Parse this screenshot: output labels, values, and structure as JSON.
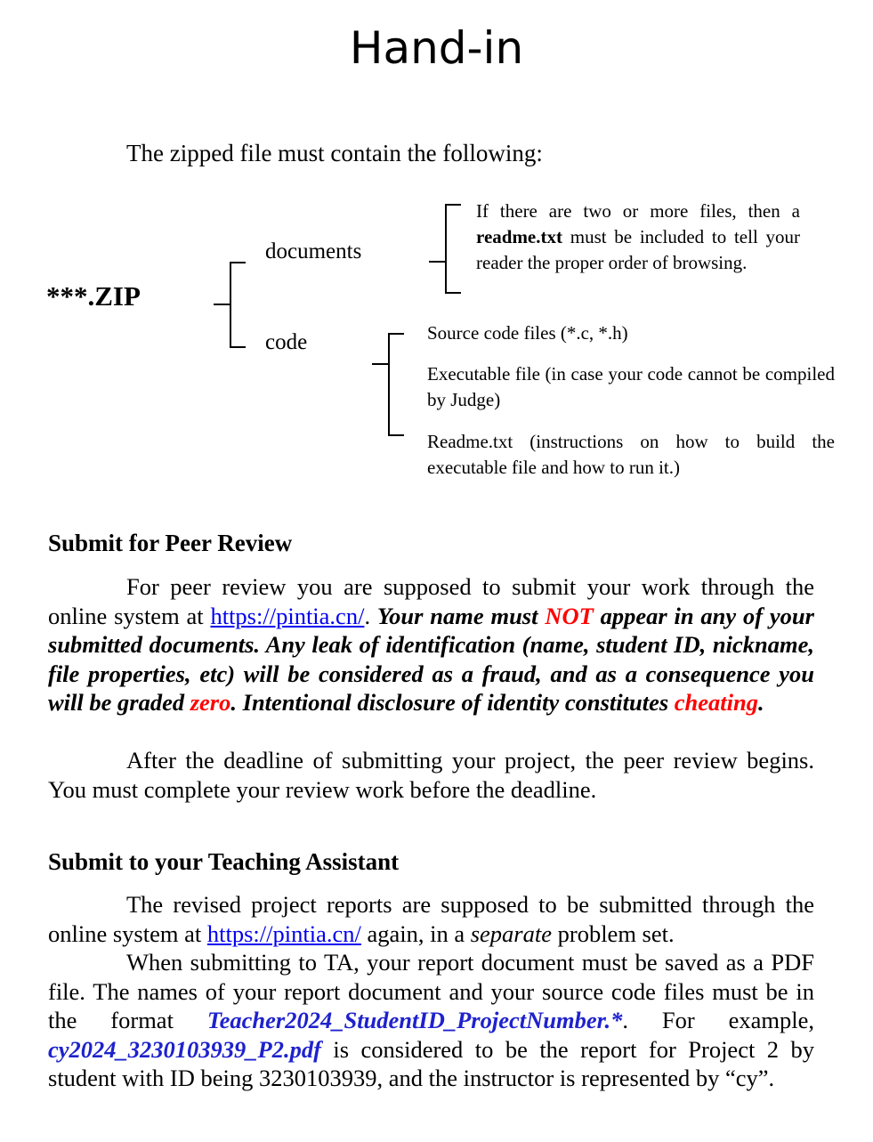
{
  "title": "Hand-in",
  "intro": "The zipped file must contain the following:",
  "tree": {
    "root": "***.ZIP",
    "documents": {
      "label": "documents",
      "item_pre": "If there are two or more files, then a ",
      "item_bold": "readme.txt",
      "item_post": " must be included to tell your reader the proper order of browsing."
    },
    "code": {
      "label": "code",
      "items": [
        "Source code files (*.c, *.h)",
        "Executable file (in case your code cannot be compiled by Judge)",
        "Readme.txt (instructions on how to build the executable file and how to run it.)"
      ]
    }
  },
  "peer": {
    "heading": "Submit for Peer Review",
    "p1": {
      "t1": "For peer review you are supposed to submit your work through the online system at ",
      "link": "https://pintia.cn/",
      "t2": ".  ",
      "b1": "Your name must ",
      "b_red1": "NOT",
      "b2": " appear in any of your submitted documents.  Any leak of identification (name, student ID, nickname, file properties, etc) will be considered as a fraud, and as a consequence you will be graded ",
      "b_red2": "zero",
      "b3": ".  Intentional disclosure of identity constitutes ",
      "b_red3": "cheating",
      "b4": "."
    },
    "p2": "After the deadline of submitting your project, the peer review begins.  You must complete your review work before the deadline."
  },
  "ta": {
    "heading": "Submit to your Teaching Assistant",
    "p1": {
      "t1": "The revised project reports are supposed to be submitted through the online system at ",
      "link": "https://pintia.cn/",
      "t2": " again, in a ",
      "it": "separate",
      "t3": " problem set."
    },
    "p2": {
      "t1": "When submitting to TA, your report document must be saved as a PDF file.  The names of your report document and your source code files must be in the format ",
      "f1": "Teacher2024_StudentID_ProjectNumber.*",
      "t2": ".  For example, ",
      "f2": "cy2024_3230103939_P2.pdf",
      "t3": " is considered to be the report for Project 2 by student with ID being 3230103939, and the instructor is represented by “cy”."
    }
  }
}
